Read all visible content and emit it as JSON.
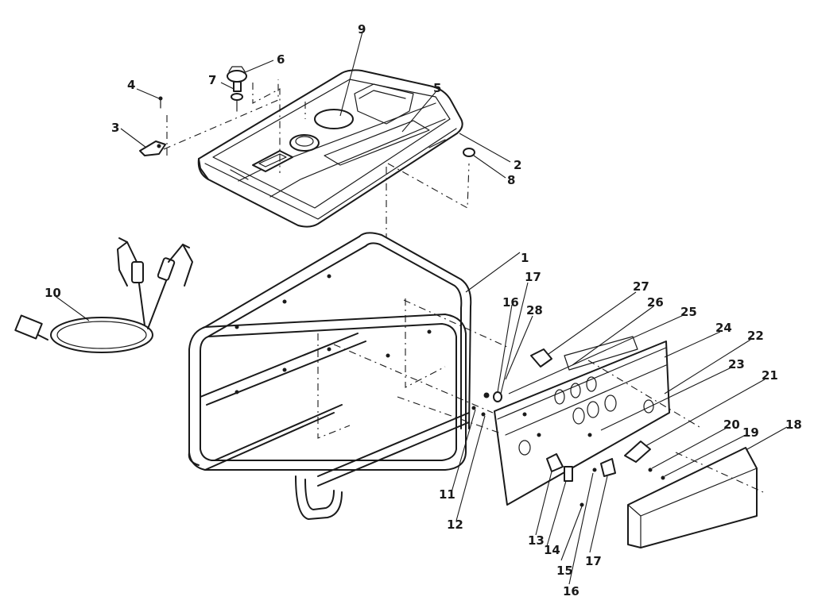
{
  "colors": {
    "ink": "#1a1a1a",
    "paper": "#ffffff"
  },
  "callouts": [
    {
      "id": "c1",
      "label": "1"
    },
    {
      "id": "c2",
      "label": "2"
    },
    {
      "id": "c3",
      "label": "3"
    },
    {
      "id": "c4",
      "label": "4"
    },
    {
      "id": "c5",
      "label": "5"
    },
    {
      "id": "c6",
      "label": "6"
    },
    {
      "id": "c7",
      "label": "7"
    },
    {
      "id": "c8",
      "label": "8"
    },
    {
      "id": "c9",
      "label": "9"
    },
    {
      "id": "c10",
      "label": "10"
    },
    {
      "id": "c11",
      "label": "11"
    },
    {
      "id": "c12",
      "label": "12"
    },
    {
      "id": "c13",
      "label": "13"
    },
    {
      "id": "c14",
      "label": "14"
    },
    {
      "id": "c15",
      "label": "15"
    },
    {
      "id": "c16a",
      "label": "16"
    },
    {
      "id": "c16b",
      "label": "16"
    },
    {
      "id": "c17a",
      "label": "17"
    },
    {
      "id": "c17b",
      "label": "17"
    },
    {
      "id": "c18",
      "label": "18"
    },
    {
      "id": "c19",
      "label": "19"
    },
    {
      "id": "c20",
      "label": "20"
    },
    {
      "id": "c21",
      "label": "21"
    },
    {
      "id": "c22",
      "label": "22"
    },
    {
      "id": "c23",
      "label": "23"
    },
    {
      "id": "c24",
      "label": "24"
    },
    {
      "id": "c25",
      "label": "25"
    },
    {
      "id": "c26",
      "label": "26"
    },
    {
      "id": "c27",
      "label": "27"
    },
    {
      "id": "c28",
      "label": "28"
    }
  ]
}
